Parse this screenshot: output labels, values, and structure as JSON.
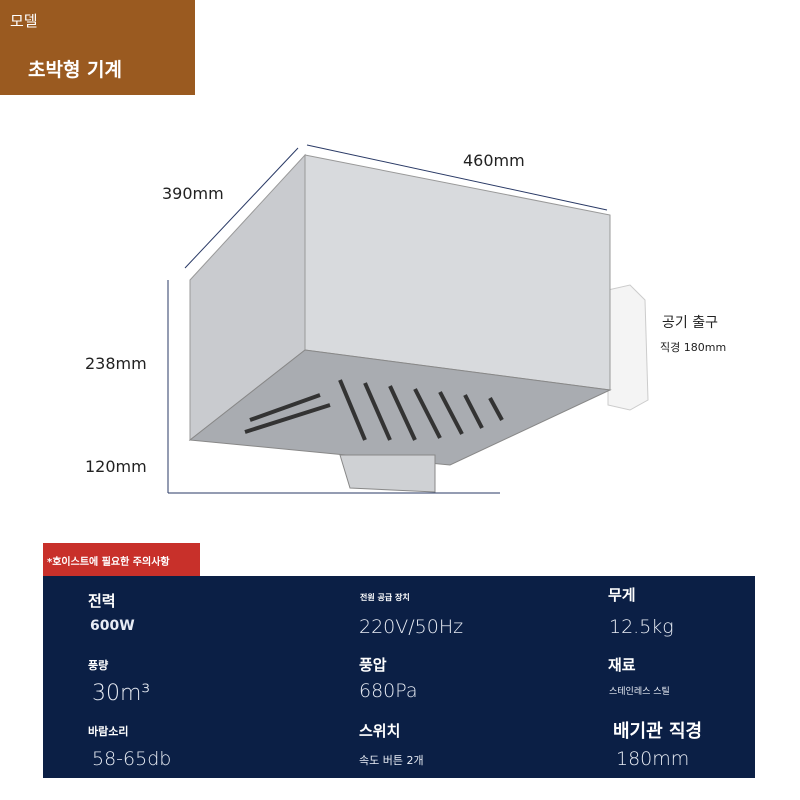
{
  "model": {
    "label": "모델",
    "value": "초박형 기계"
  },
  "dimensions": {
    "depth": "390mm",
    "width": "460mm",
    "height": "238mm",
    "bottom": "120mm"
  },
  "outlet": {
    "label": "공기 출구",
    "diameter": "직경 180mm"
  },
  "notice_tab": "*호이스트에 필요한 주의사항",
  "specs": [
    {
      "label": "전력",
      "value": "600W"
    },
    {
      "label": "전원 공급 장치",
      "value": "220V/50Hz"
    },
    {
      "label": "무게",
      "value": "12.5kg"
    },
    {
      "label": "풍량",
      "value": "30m³"
    },
    {
      "label": "풍압",
      "value": "680Pa"
    },
    {
      "label": "재료",
      "value": "스테인레스 스틸"
    },
    {
      "label": "바람소리",
      "value": "58-65db"
    },
    {
      "label": "스위치",
      "value": "속도 버튼 2개"
    },
    {
      "label": "배기관 직경",
      "value": "180mm"
    }
  ],
  "colors": {
    "brand": "#9a5a20",
    "panel": "#0b1f45",
    "tab": "#c8302a"
  }
}
